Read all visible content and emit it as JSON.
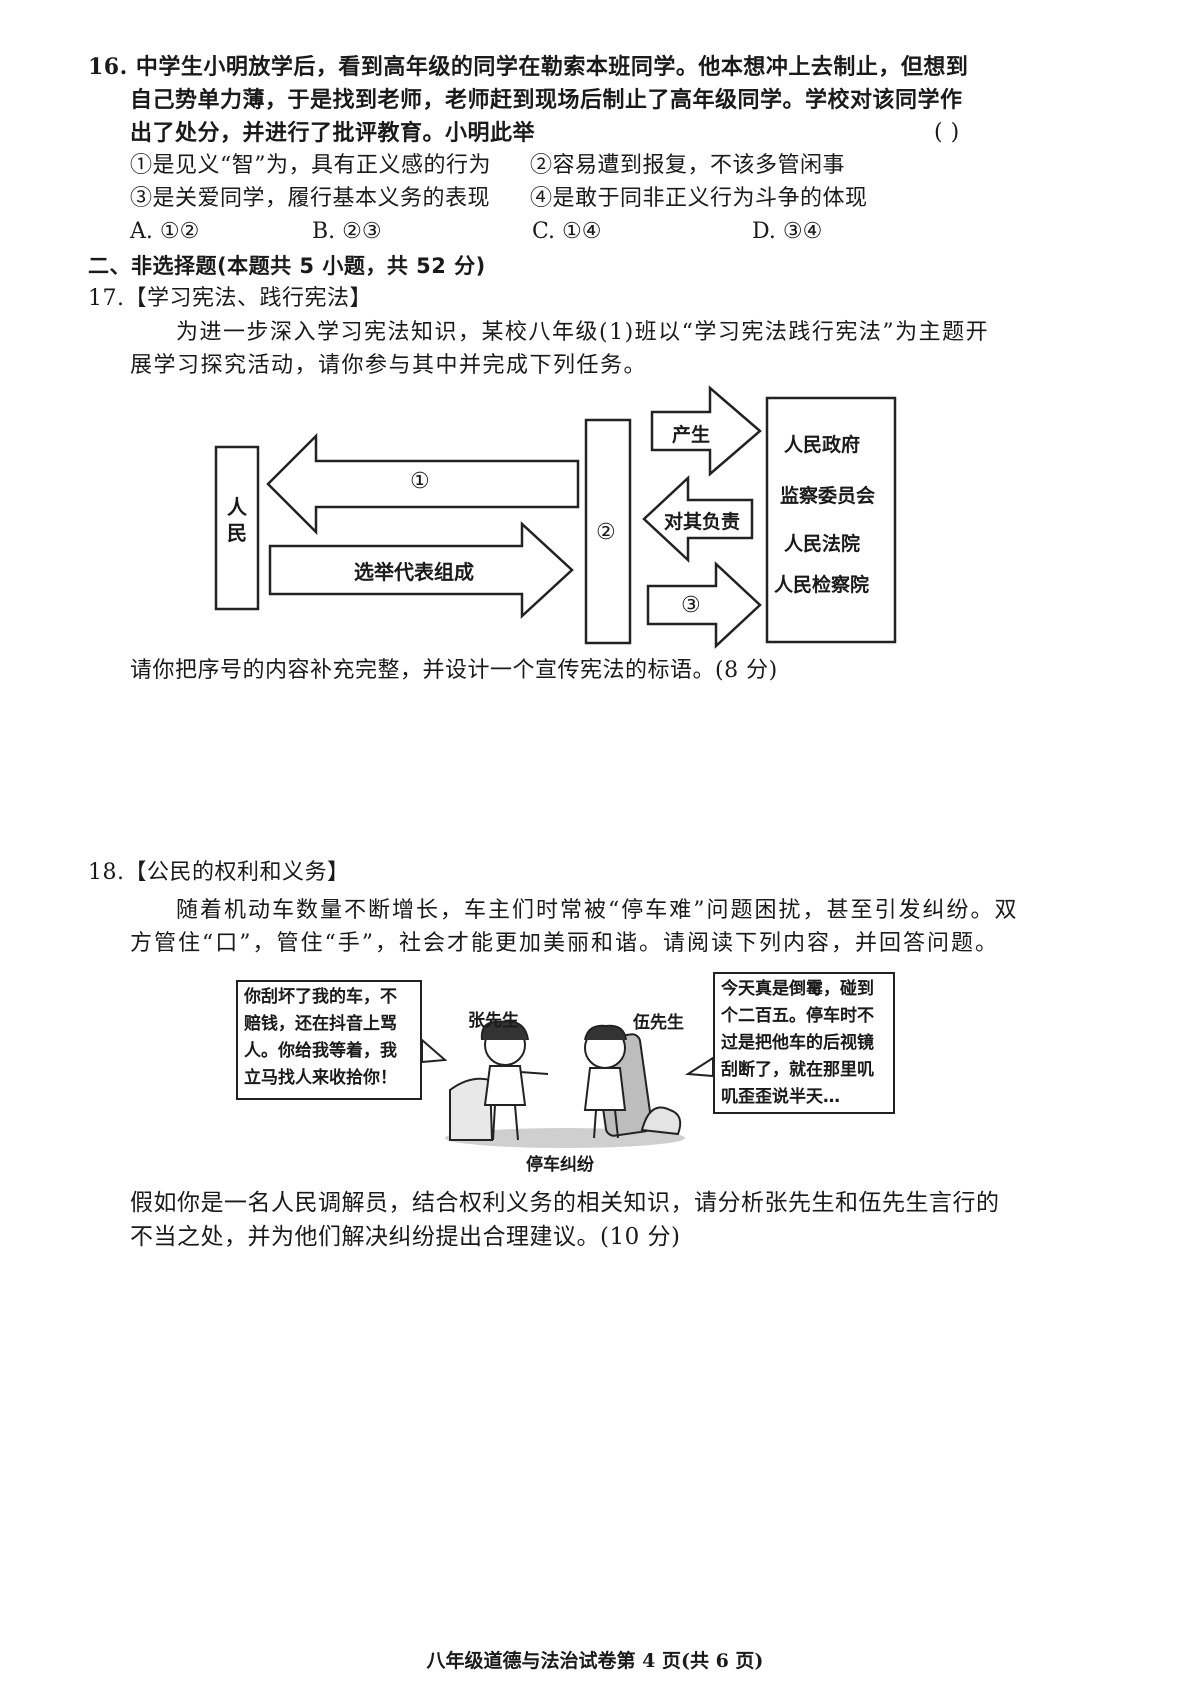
{
  "q16": {
    "lines": [
      "16. 中学生小明放学后，看到高年级的同学在勒索本班同学。他本想冲上去制止，但想到",
      "自己势单力薄，于是找到老师，老师赶到现场后制止了高年级同学。学校对该同学作",
      "出了处分，并进行了批评教育。小明此举"
    ],
    "paren": "(      )",
    "statements": [
      "①是见义“智”为，具有正义感的行为",
      "②容易遭到报复，不该多管闲事",
      "③是关爱同学，履行基本义务的表现",
      "④是敢于同非正义行为斗争的体现"
    ],
    "options": [
      "A. ①②",
      "B. ②③",
      "C. ①④",
      "D. ③④"
    ]
  },
  "section2": {
    "heading": "二、非选择题(本题共 5 小题，共 52 分)"
  },
  "q17": {
    "title": "17.【学习宪法、践行宪法】",
    "intro": [
      "为进一步深入学习宪法知识，某校八年级(1)班以“学习宪法践行宪法”为主题开",
      "展学习探究活动，请你参与其中并完成下列任务。"
    ],
    "diagram": {
      "people": "人民",
      "arrow1": "①",
      "arrow_elect": "选举代表组成",
      "center": "②",
      "arrow_produce": "产生",
      "arrow_responsible": "对其负责",
      "arrow3": "③",
      "organs": [
        "人民政府",
        "监察委员会",
        "人民法院",
        "人民检察院"
      ]
    },
    "task": "请你把序号的内容补充完整，并设计一个宣传宪法的标语。(8 分)"
  },
  "q18": {
    "title": "18.【公民的权利和义务】",
    "intro": [
      "随着机动车数量不断增长，车主们时常被“停车难”问题困扰，甚至引发纠纷。双",
      "方管住“口”，管住“手”，社会才能更加美丽和谐。请阅读下列内容，并回答问题。"
    ],
    "cartoon": {
      "left_bubble": [
        "你刮坏了我的车，不",
        "赔钱，还在抖音上骂",
        "人。你给我等着，我",
        "立马找人来收拾你！"
      ],
      "right_bubble": [
        "今天真是倒霉，碰到",
        "个二百五。停车时不",
        "过是把他车的后视镜",
        "刮断了，就在那里叽",
        "叽歪歪说半天…"
      ],
      "name_zhang": "张先生",
      "name_wu": "伍先生",
      "caption": "停车纠纷"
    },
    "task": [
      "假如你是一名人民调解员，结合权利义务的相关知识，请分析张先生和伍先生言行的",
      "不当之处，并为他们解决纠纷提出合理建议。(10 分)"
    ]
  },
  "footer": "八年级道德与法治试卷第 4 页(共 6 页)"
}
